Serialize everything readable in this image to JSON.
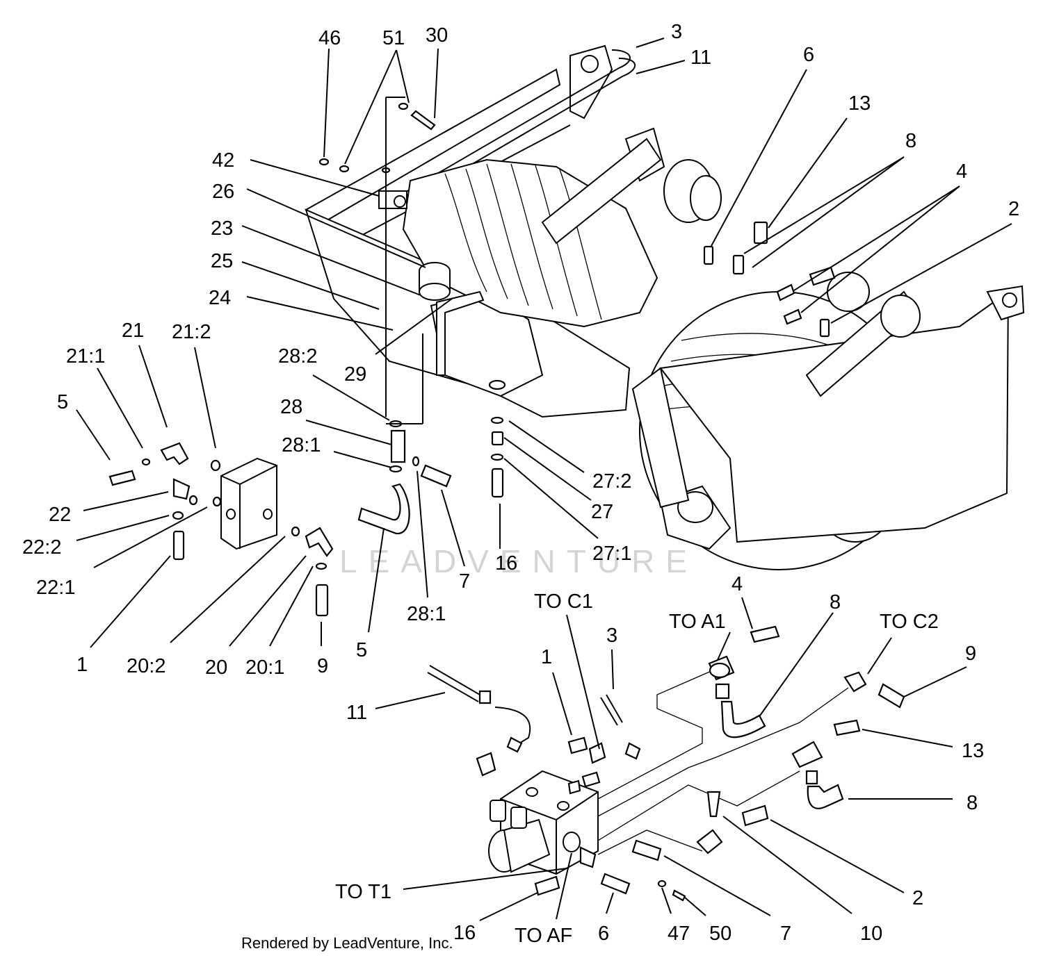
{
  "watermark": "LEADVENTURE",
  "credit": "Rendered by LeadVenture, Inc.",
  "callouts": [
    {
      "id": "46",
      "text": "46"
    },
    {
      "id": "51",
      "text": "51"
    },
    {
      "id": "30",
      "text": "30"
    },
    {
      "id": "3-top",
      "text": "3"
    },
    {
      "id": "11-top",
      "text": "11"
    },
    {
      "id": "6-top",
      "text": "6"
    },
    {
      "id": "13-top",
      "text": "13"
    },
    {
      "id": "8-top",
      "text": "8"
    },
    {
      "id": "4-top",
      "text": "4"
    },
    {
      "id": "2-top",
      "text": "2"
    },
    {
      "id": "42",
      "text": "42"
    },
    {
      "id": "26",
      "text": "26"
    },
    {
      "id": "23",
      "text": "23"
    },
    {
      "id": "25",
      "text": "25"
    },
    {
      "id": "24",
      "text": "24"
    },
    {
      "id": "29",
      "text": "29"
    },
    {
      "id": "21",
      "text": "21"
    },
    {
      "id": "21-1",
      "text": "21:1"
    },
    {
      "id": "21-2",
      "text": "21:2"
    },
    {
      "id": "5-left",
      "text": "5"
    },
    {
      "id": "28-2",
      "text": "28:2"
    },
    {
      "id": "28",
      "text": "28"
    },
    {
      "id": "28-1a",
      "text": "28:1"
    },
    {
      "id": "27-2",
      "text": "27:2"
    },
    {
      "id": "27",
      "text": "27"
    },
    {
      "id": "27-1",
      "text": "27:1"
    },
    {
      "id": "22",
      "text": "22"
    },
    {
      "id": "22-2",
      "text": "22:2"
    },
    {
      "id": "22-1",
      "text": "22:1"
    },
    {
      "id": "16-mid",
      "text": "16"
    },
    {
      "id": "7-mid",
      "text": "7"
    },
    {
      "id": "28-1b",
      "text": "28:1"
    },
    {
      "id": "1-left",
      "text": "1"
    },
    {
      "id": "20-2",
      "text": "20:2"
    },
    {
      "id": "20",
      "text": "20"
    },
    {
      "id": "20-1",
      "text": "20:1"
    },
    {
      "id": "9-left",
      "text": "9"
    },
    {
      "id": "5-mid",
      "text": "5"
    },
    {
      "id": "to-c1",
      "text": "TO C1"
    },
    {
      "id": "4-bot",
      "text": "4"
    },
    {
      "id": "8-bot1",
      "text": "8"
    },
    {
      "id": "to-a1",
      "text": "TO A1"
    },
    {
      "id": "to-c2",
      "text": "TO C2"
    },
    {
      "id": "3-bot",
      "text": "3"
    },
    {
      "id": "9-bot",
      "text": "9"
    },
    {
      "id": "1-bot",
      "text": "1"
    },
    {
      "id": "11-bot",
      "text": "11"
    },
    {
      "id": "13-bot",
      "text": "13"
    },
    {
      "id": "8-bot2",
      "text": "8"
    },
    {
      "id": "to-t1",
      "text": "TO T1"
    },
    {
      "id": "2-bot",
      "text": "2"
    },
    {
      "id": "16-bot",
      "text": "16"
    },
    {
      "id": "to-af",
      "text": "TO AF"
    },
    {
      "id": "6-bot",
      "text": "6"
    },
    {
      "id": "47",
      "text": "47"
    },
    {
      "id": "50",
      "text": "50"
    },
    {
      "id": "7-bot",
      "text": "7"
    },
    {
      "id": "10",
      "text": "10"
    }
  ]
}
